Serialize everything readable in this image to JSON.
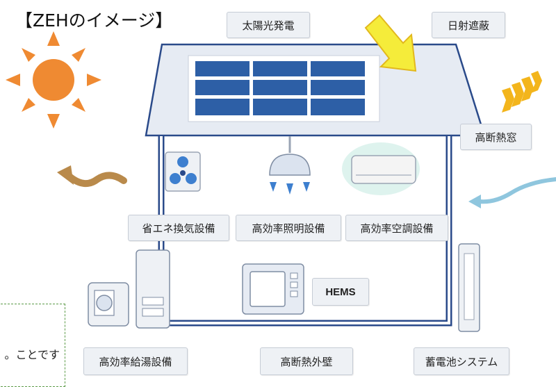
{
  "title": "【ZEHのイメージ】",
  "labels": {
    "solar": "太陽光発電",
    "shade": "日射遮蔽",
    "window": "高断熱窓",
    "vent": "省エネ換気設備",
    "lighting": "高効率照明設備",
    "aircon": "高効率空調設備",
    "hems": "HEMS",
    "water_heater": "高効率給湯設備",
    "wall": "高断熱外壁",
    "battery": "蓄電池システム"
  },
  "note_fragment": "ことです。",
  "colors": {
    "sun": "#ef8a32",
    "roof": "#e4e9f2",
    "panel": "#2d5fa6",
    "arrow_solar": "#f5ec3a",
    "arrow_heat_out": "#b98a4b",
    "arrow_cold_in": "#8fc6de",
    "arrow_shade": "#f3b51c",
    "frame": "#2a4a8a"
  }
}
